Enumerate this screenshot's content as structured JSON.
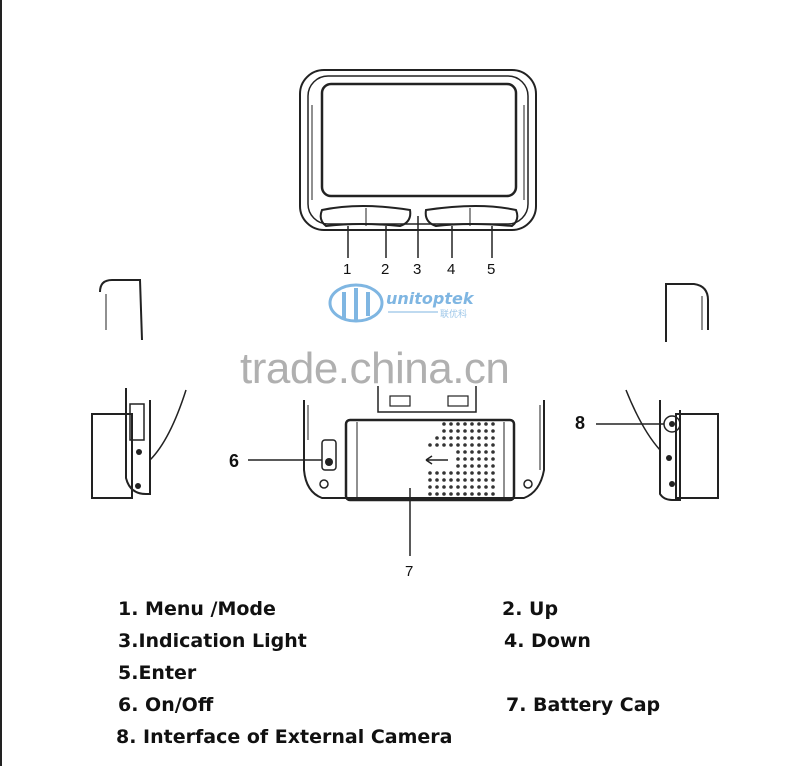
{
  "callouts": {
    "n1": "1",
    "n2": "2",
    "n3": "3",
    "n4": "4",
    "n5": "5",
    "n6": "6",
    "n7": "7",
    "n8": "8"
  },
  "brand": {
    "name": "unitoptek",
    "sub": "联优科"
  },
  "watermark": "trade.china.cn",
  "legend": {
    "item1": "1. Menu /Mode",
    "item2": "2. Up",
    "item3": "3.Indication Light",
    "item4": "4. Down",
    "item5": "5.Enter",
    "item6": "6. On/Off",
    "item7": "7. Battery Cap",
    "item8": "8. Interface of External Camera"
  },
  "colors": {
    "line": "#222222",
    "brand": "#7fb6e2",
    "watermark": "#969696"
  }
}
